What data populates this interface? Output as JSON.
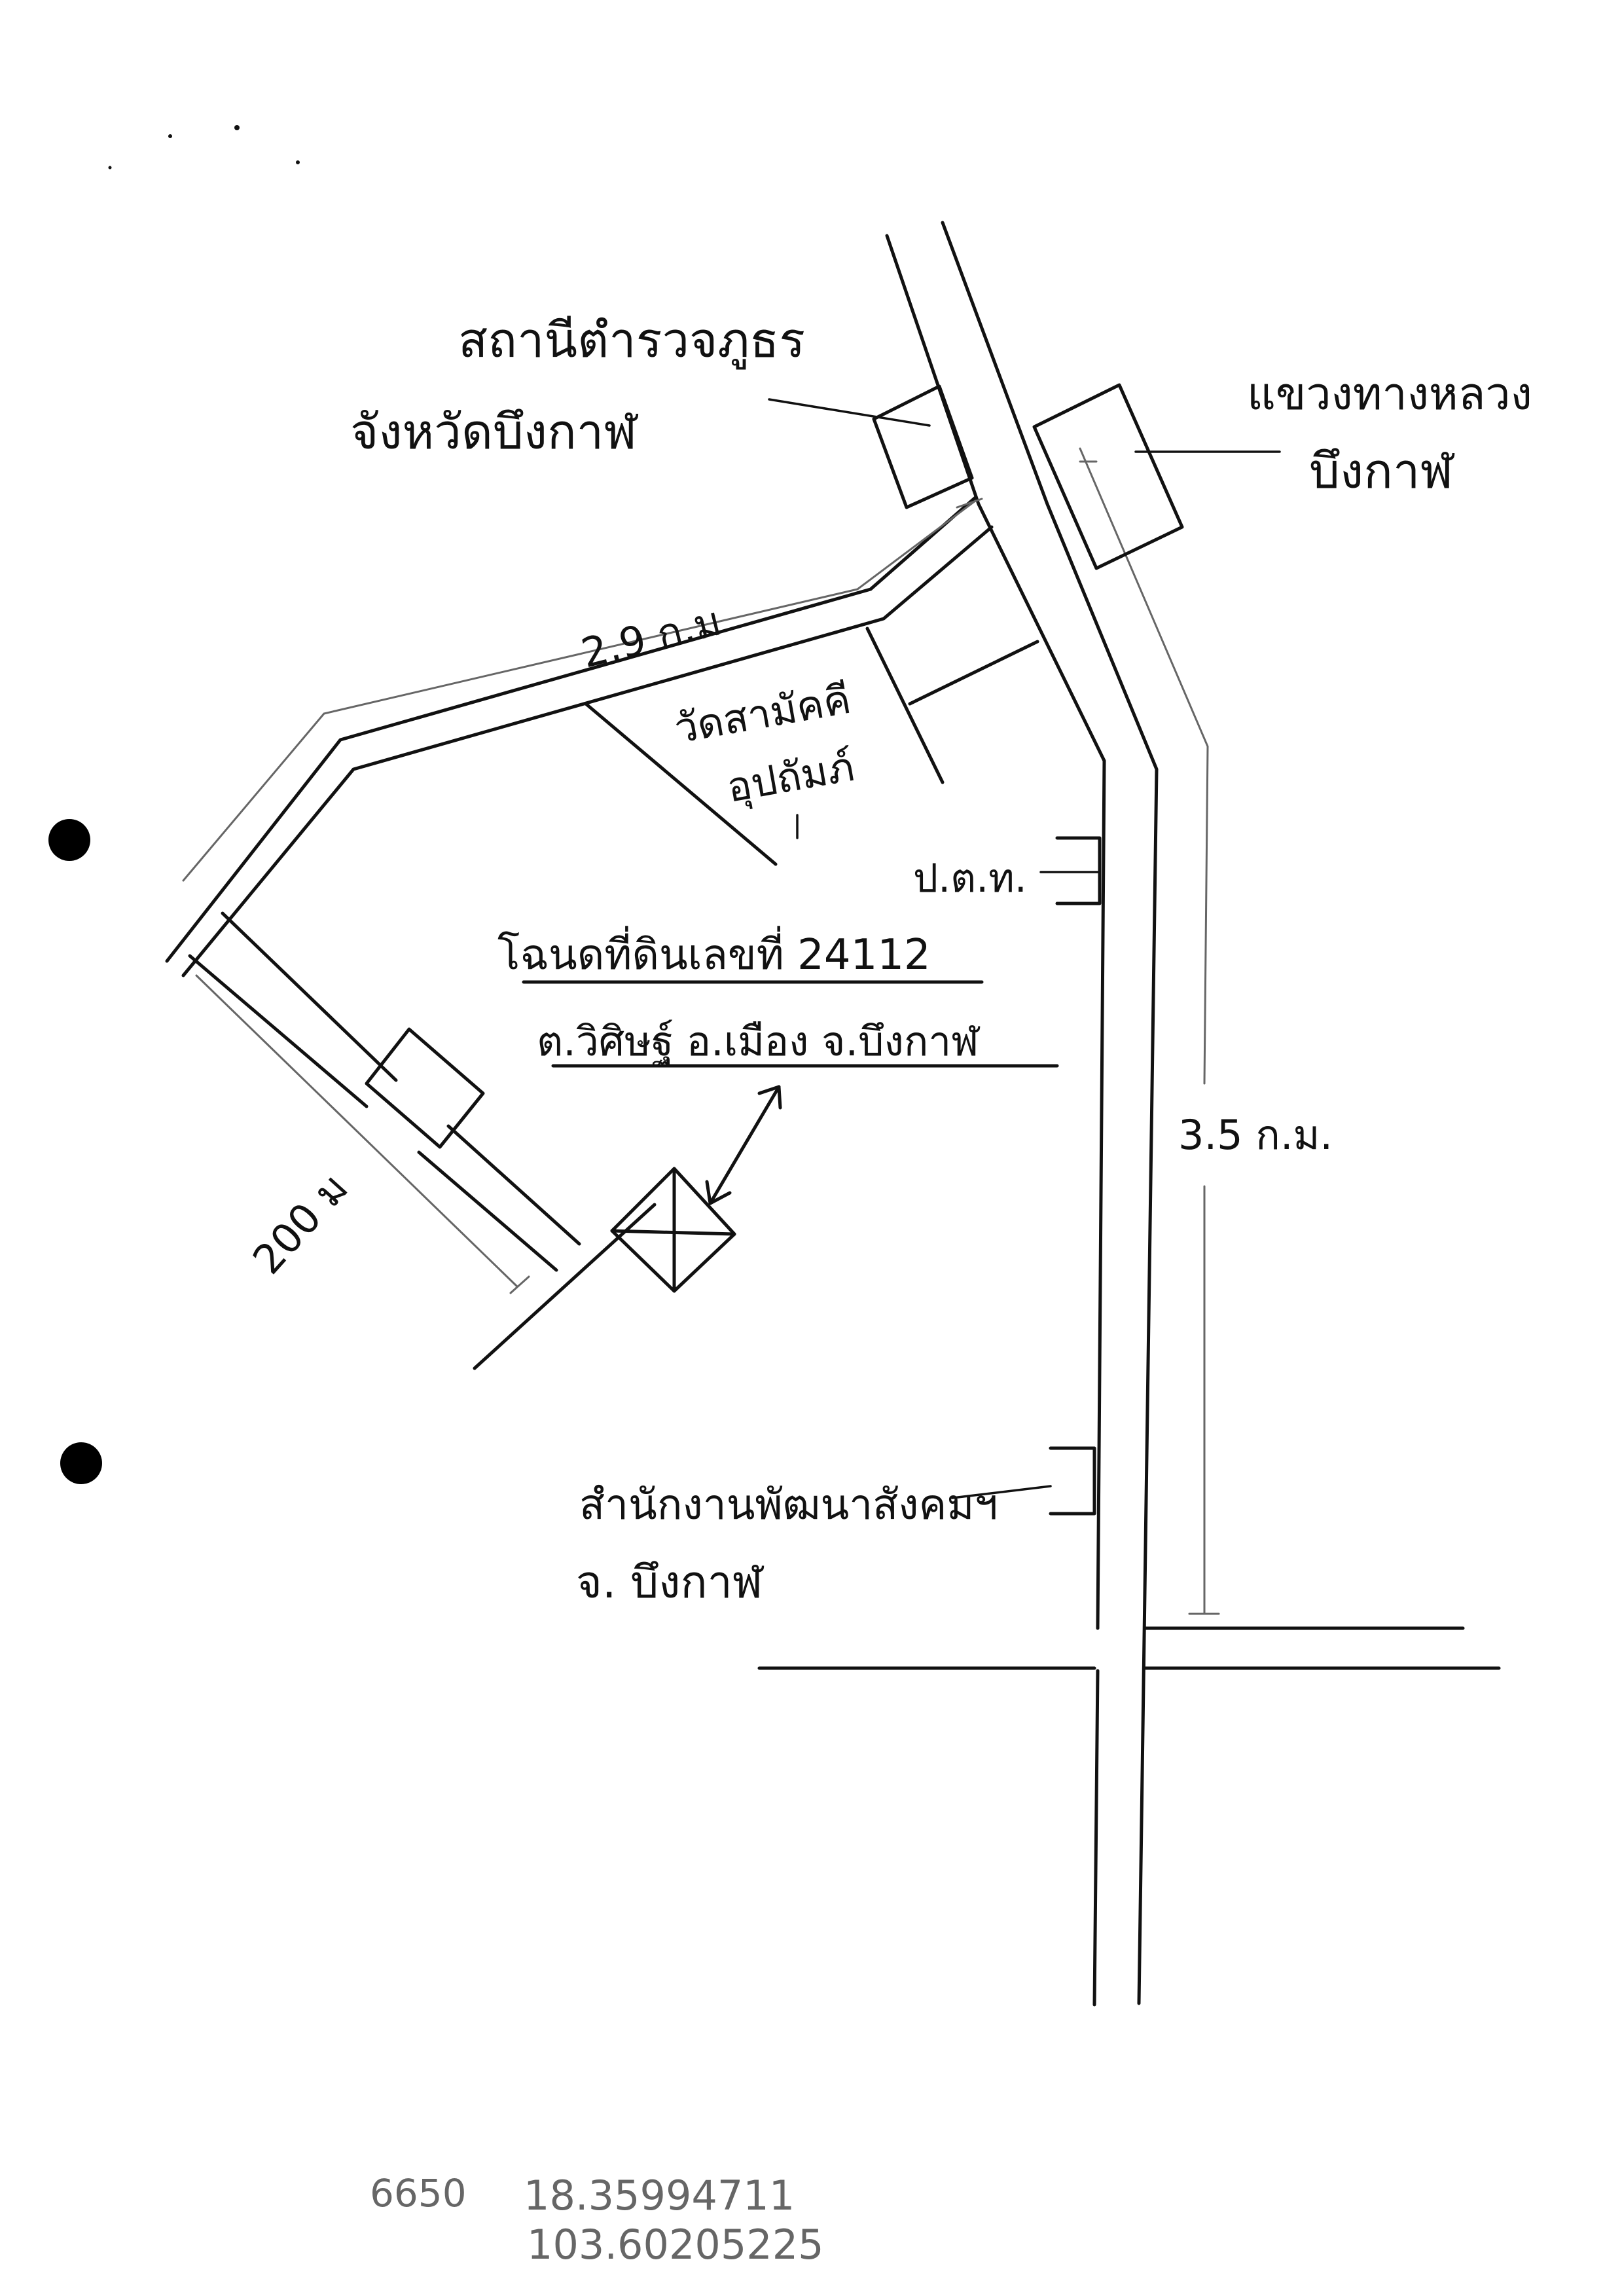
{
  "labels": {
    "police_station": [
      "สถานีตำรวจภูธร",
      "จังหวัดบึงกาฬ"
    ],
    "highway_office": [
      "แขวงทางหลวง",
      "บึงกาฬ"
    ],
    "distance_west": "2.9 ก.ม",
    "temple": [
      "วัดสามัคคี",
      "อุปถัมภ์"
    ],
    "pea": "ป.ต.ท.",
    "land_title": [
      "โฉนดที่ดินเลขที่ 24112",
      "ต.วิศิษฐ์ อ.เมือง จ.บึงกาฬ"
    ],
    "distance_south": "200 ม",
    "distance_east": "3.5 ก.ม.",
    "social_office": [
      "สำนักงานพัฒนาสังคมฯ",
      "จ. บึงกาฬ"
    ],
    "coords_code": "6650",
    "latitude": "18.35994711",
    "longitude": "103.60205225"
  },
  "colors": {
    "ink": "#111111",
    "pencil": "#666666",
    "paper": "#ffffff"
  },
  "icons": [
    "target-plot-marker",
    "direction-arrow",
    "binder-hole"
  ]
}
